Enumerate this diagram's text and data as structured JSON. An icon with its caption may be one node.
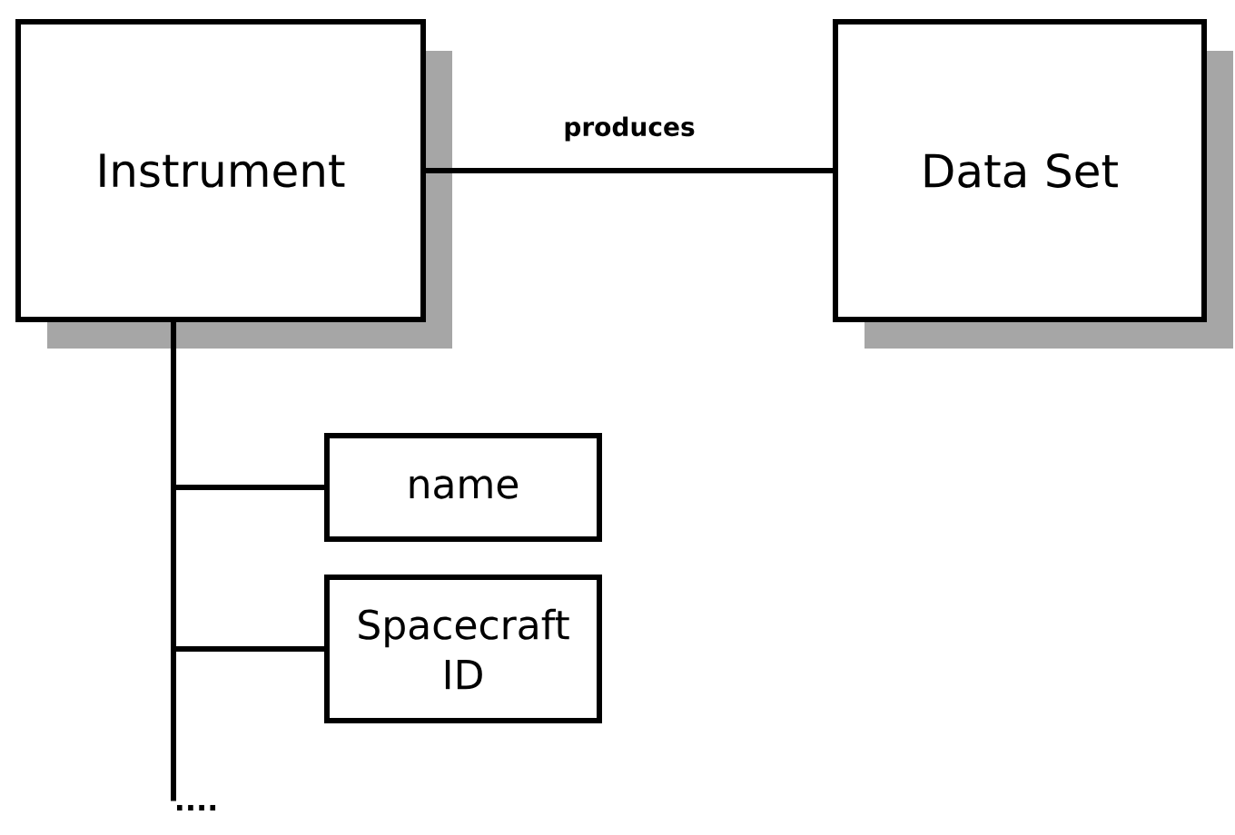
{
  "diagram": {
    "nodes": [
      {
        "text": [
          "Instrument"
        ]
      },
      {
        "text": [
          "Data Set"
        ]
      },
      {
        "text": [
          "name"
        ]
      },
      {
        "text": [
          "Spacecraft ID"
        ]
      },
      {
        "text": [
          "...."
        ]
      }
    ],
    "edges": [
      {
        "from": 0,
        "to": 1,
        "arrow": "none",
        "label": "produces"
      },
      {
        "from": 0,
        "to": 2,
        "arrow": "none"
      },
      {
        "from": 0,
        "to": 3,
        "arrow": "none"
      },
      {
        "from": 0,
        "to": 4,
        "arrow": "none"
      }
    ]
  }
}
